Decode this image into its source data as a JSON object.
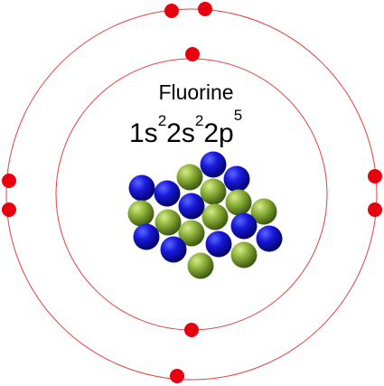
{
  "diagram": {
    "element_name": "Fluorine",
    "configuration": [
      {
        "base": "1s",
        "sup": "2"
      },
      {
        "base": "2s",
        "sup": "2"
      },
      {
        "base": "2p",
        "sup": "5"
      }
    ],
    "shells": [
      {
        "shell": 1,
        "electrons": 2
      },
      {
        "shell": 2,
        "electrons": 7
      }
    ],
    "nucleus": {
      "protons": 9,
      "neutrons": 10
    },
    "colors": {
      "orbit": "#e5403c",
      "electron": "#e8000f",
      "proton": "#0b0fb0",
      "neutron": "#7a9a2a"
    }
  }
}
